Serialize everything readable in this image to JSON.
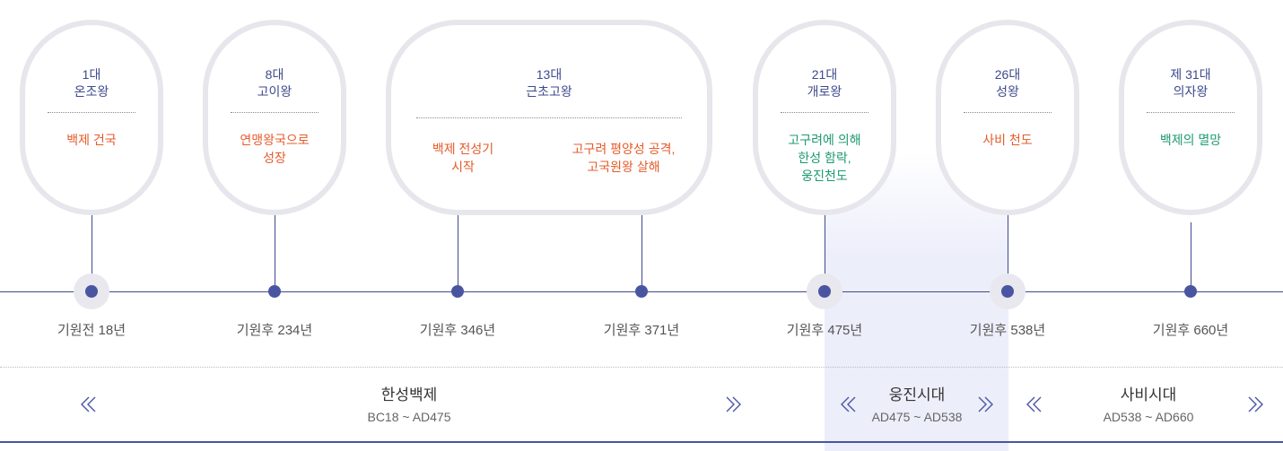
{
  "kings": [
    {
      "title": "1대",
      "name": "온조왕",
      "event": "백제 건국",
      "tone": "orange"
    },
    {
      "title": "8대",
      "name": "고이왕",
      "event": "연맹왕국으로\n성장",
      "tone": "orange"
    },
    {
      "title": "13대",
      "name": "근초고왕",
      "event_a": "백제 전성기\n시작",
      "event_b": "고구려 평양성 공격,\n고국원왕 살해",
      "tone": "orange"
    },
    {
      "title": "21대",
      "name": "개로왕",
      "event": "고구려에 의해\n한성 함락,\n웅진천도",
      "tone": "green"
    },
    {
      "title": "26대",
      "name": "성왕",
      "event": "사비 천도",
      "tone": "orange"
    },
    {
      "title": "제 31대",
      "name": "의자왕",
      "event": "백제의 멸망",
      "tone": "green"
    }
  ],
  "years": [
    "기원전 18년",
    "기원후 234년",
    "기원후 346년",
    "기원후 371년",
    "기원후 475년",
    "기원후 538년",
    "기원후 660년"
  ],
  "eras": [
    {
      "name": "한성백제",
      "range": "BC18 ~ AD475"
    },
    {
      "name": "웅진시대",
      "range": "AD475 ~ AD538"
    },
    {
      "name": "사비시대",
      "range": "AD538 ~ AD660"
    }
  ],
  "colors": {
    "accent": "#4a55a2",
    "orange": "#e55b2a",
    "green": "#1b9a6e",
    "highlight": "#eceefa"
  },
  "icons": {
    "prev": "double-chevron-left-icon",
    "next": "double-chevron-right-icon"
  }
}
